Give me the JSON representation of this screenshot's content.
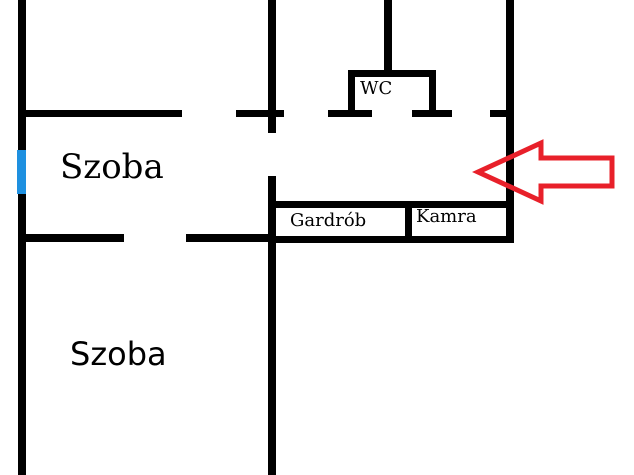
{
  "labels": {
    "room_left_top": "Szoba",
    "room_left_bottom": "Szoba",
    "wc": "WC",
    "wardrobe": "Gardrób",
    "pantry": "Kamra"
  },
  "colors": {
    "walls": "#000000",
    "window": "#1e90e0",
    "arrow": "#e8202a",
    "background": "#ffffff"
  }
}
